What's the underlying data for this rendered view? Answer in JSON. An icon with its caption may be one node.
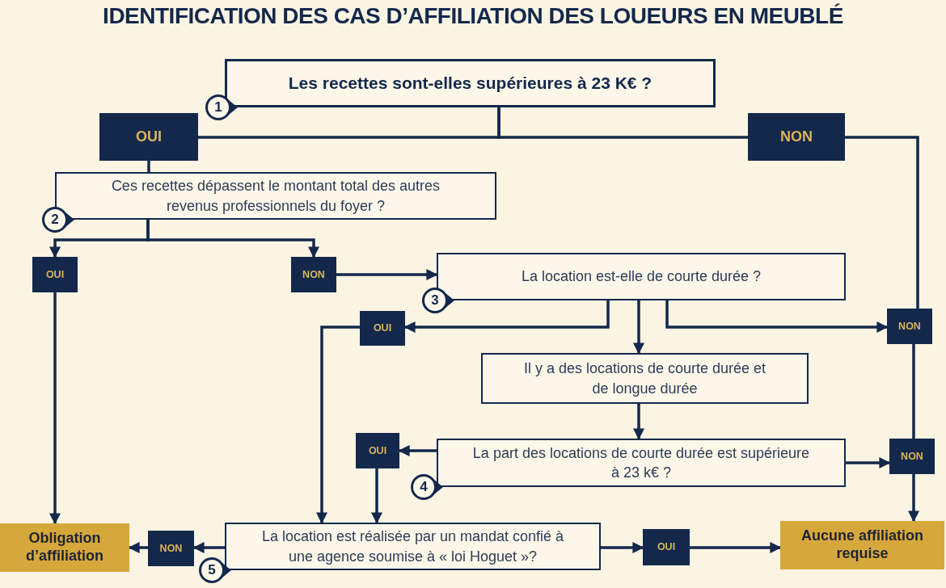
{
  "diagram": {
    "title": "IDENTIFICATION DES CAS D’AFFILIATION DES LOUEURS EN MEUBLÉ",
    "nodes": [
      {
        "text": [
          "Les recettes sont-elles supérieures à 23 K€ ?"
        ],
        "beside": [
          "1"
        ]
      },
      {
        "text": [
          "OUI"
        ]
      },
      {
        "text": [
          "NON"
        ]
      },
      {
        "text": [
          "Ces recettes dépassent le montant total des autres revenus professionnels du foyer ?"
        ],
        "beside": [
          "2"
        ]
      },
      {
        "text": [
          "OUI"
        ]
      },
      {
        "text": [
          "NON"
        ]
      },
      {
        "text": [
          "La location est-elle de courte durée ?"
        ],
        "beside": [
          "3"
        ]
      },
      {
        "text": [
          "OUI"
        ]
      },
      {
        "text": [
          "NON"
        ]
      },
      {
        "text": [
          "Il y a des locations de courte durée et de longue durée"
        ]
      },
      {
        "text": [
          "OUI"
        ]
      },
      {
        "text": [
          "NON"
        ]
      },
      {
        "text": [
          "La part des locations de courte durée est supérieure à 23 k€ ?"
        ],
        "beside": [
          "4"
        ]
      },
      {
        "text": [
          "Obligation d’affiliation"
        ]
      },
      {
        "text": [
          "NON"
        ]
      },
      {
        "text": [
          "La location est réalisée par un mandat confié à une agence soumise à « loi Hoguet »?"
        ],
        "beside": [
          "5"
        ]
      },
      {
        "text": [
          "OUI"
        ]
      },
      {
        "text": [
          "Aucune affiliation requise"
        ]
      }
    ],
    "edges": [
      {
        "from": 0,
        "to": 1,
        "arrow": "none"
      },
      {
        "from": 0,
        "to": 2,
        "arrow": "none"
      },
      {
        "from": 1,
        "to": 3,
        "arrow": "none"
      },
      {
        "from": 3,
        "to": 4,
        "arrow": "to"
      },
      {
        "from": 3,
        "to": 5,
        "arrow": "to"
      },
      {
        "from": 2,
        "to": 8,
        "arrow": "none"
      },
      {
        "from": 8,
        "to": 11,
        "arrow": "none"
      },
      {
        "from": 11,
        "to": 17,
        "arrow": "to"
      },
      {
        "from": 4,
        "to": 13,
        "arrow": "to"
      },
      {
        "from": 5,
        "to": 6,
        "arrow": "to"
      },
      {
        "from": 6,
        "to": 7,
        "arrow": "to"
      },
      {
        "from": 6,
        "to": 8,
        "arrow": "to"
      },
      {
        "from": 6,
        "to": 9,
        "arrow": "to"
      },
      {
        "from": 7,
        "to": 15,
        "arrow": "to"
      },
      {
        "from": 9,
        "to": 12,
        "arrow": "to"
      },
      {
        "from": 12,
        "to": 10,
        "arrow": "to"
      },
      {
        "from": 12,
        "to": 11,
        "arrow": "to"
      },
      {
        "from": 10,
        "to": 15,
        "arrow": "to"
      },
      {
        "from": 15,
        "to": 14,
        "arrow": "to"
      },
      {
        "from": 14,
        "to": 13,
        "arrow": "to"
      },
      {
        "from": 15,
        "to": 16,
        "arrow": "to"
      },
      {
        "from": 16,
        "to": 17,
        "arrow": "to"
      }
    ]
  }
}
